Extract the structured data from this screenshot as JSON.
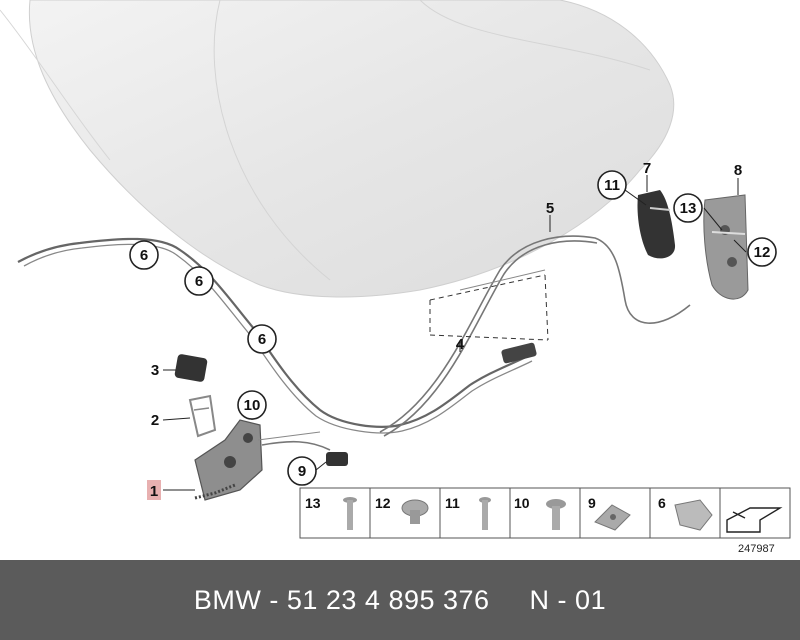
{
  "callouts": {
    "c1": "1",
    "c2": "2",
    "c3": "3",
    "c4": "4",
    "c5": "5",
    "c6a": "6",
    "c6b": "6",
    "c6c": "6",
    "c7": "7",
    "c8": "8",
    "c9": "9",
    "c10": "10",
    "c11": "11",
    "c12": "12",
    "c13": "13"
  },
  "legend": {
    "items": [
      "13",
      "12",
      "11",
      "10",
      "9",
      "6"
    ]
  },
  "diagram_number": "247987",
  "footer": {
    "part_number": "BMW - 51 23 4 895 376     N - 01"
  }
}
